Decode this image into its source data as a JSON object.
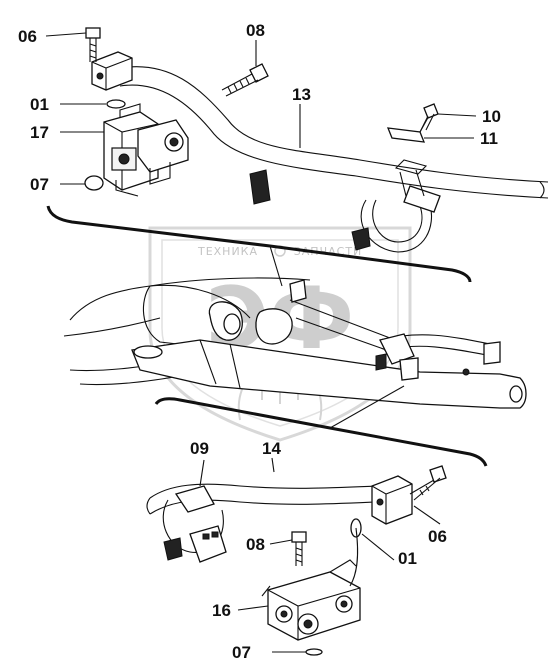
{
  "watermark": {
    "logo_text": "ЭФ",
    "caption_left": "ТЕХНИКА",
    "caption_right": "ЗАПЧАСТИ"
  },
  "callouts": [
    {
      "id": "c-06-top",
      "text": "06"
    },
    {
      "id": "c-08-top",
      "text": "08"
    },
    {
      "id": "c-13",
      "text": "13"
    },
    {
      "id": "c-01-top",
      "text": "01"
    },
    {
      "id": "c-10",
      "text": "10"
    },
    {
      "id": "c-17",
      "text": "17"
    },
    {
      "id": "c-11",
      "text": "11"
    },
    {
      "id": "c-07-top",
      "text": "07"
    },
    {
      "id": "c-09",
      "text": "09"
    },
    {
      "id": "c-14",
      "text": "14"
    },
    {
      "id": "c-06-bottom",
      "text": "06"
    },
    {
      "id": "c-08-bottom",
      "text": "08"
    },
    {
      "id": "c-01-bottom",
      "text": "01"
    },
    {
      "id": "c-16",
      "text": "16"
    },
    {
      "id": "c-07-bottom",
      "text": "07"
    }
  ]
}
